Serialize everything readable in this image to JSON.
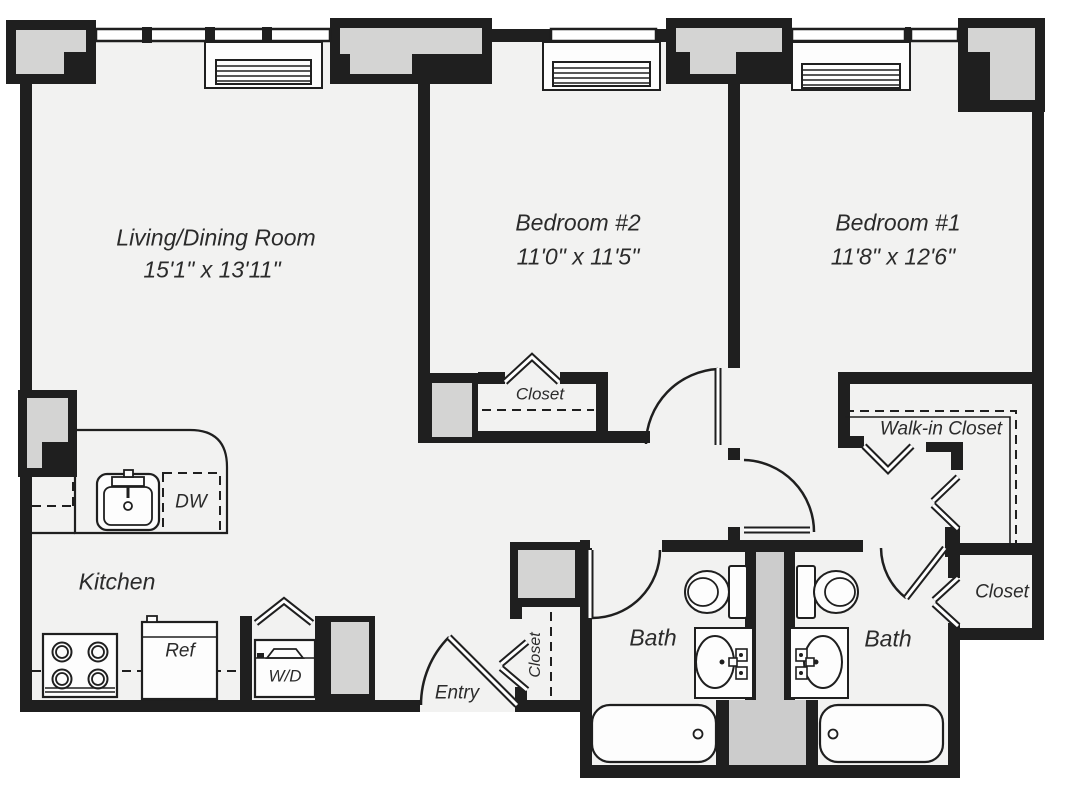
{
  "rooms": {
    "living": {
      "name": "Living/Dining Room",
      "dims": "15'1\" x 13'11\""
    },
    "bedroom2": {
      "name": "Bedroom #2",
      "dims": "11'0\" x 11'5\""
    },
    "bedroom1": {
      "name": "Bedroom #1",
      "dims": "11'8\" x 12'6\""
    },
    "kitchen": {
      "name": "Kitchen"
    },
    "bath_left": {
      "name": "Bath"
    },
    "bath_right": {
      "name": "Bath"
    },
    "entry": {
      "name": "Entry"
    }
  },
  "closets": {
    "bedroom2_closet": {
      "name": "Closet"
    },
    "walk_in_closet": {
      "name": "Walk-in Closet"
    },
    "linen_closet": {
      "name": "Closet"
    },
    "entry_closet": {
      "name": "Closet"
    }
  },
  "appliances": {
    "dishwasher": {
      "label": "DW"
    },
    "refrigerator": {
      "label": "Ref"
    },
    "washer_dryer": {
      "label": "W/D"
    }
  },
  "colors": {
    "wall": "#1f1f1f",
    "floor": "#f2f2f1",
    "column_fill": "#d4d4d3",
    "chase_fill": "#cccccc",
    "background": "#ffffff",
    "text": "#2b2b2b"
  }
}
